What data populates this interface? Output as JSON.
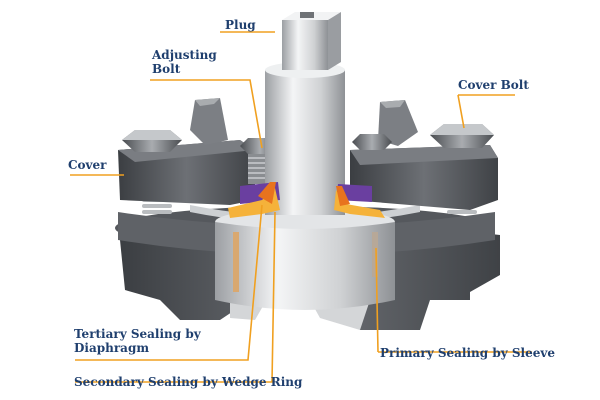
{
  "labels": {
    "plug": "Plug",
    "adjusting_bolt": [
      "Adjusting",
      "Bolt"
    ],
    "cover_bolt": "Cover Bolt",
    "cover": "Cover",
    "tertiary": [
      "Tertiary Sealing by",
      "Diaphragm"
    ],
    "primary": "Primary Sealing by Sleeve",
    "secondary": "Secondary Sealing by Wedge Ring"
  },
  "colors": {
    "label_text": "#1f3f6e",
    "leader_line": "#f0a020",
    "metal_dark": "#4a4d52",
    "metal_mid": "#6b6e73",
    "metal_light": "#d8dadc",
    "diaphragm": "#6a3fa0",
    "wedge_ring": "#f5b23a",
    "seal_orange": "#e8731e"
  }
}
